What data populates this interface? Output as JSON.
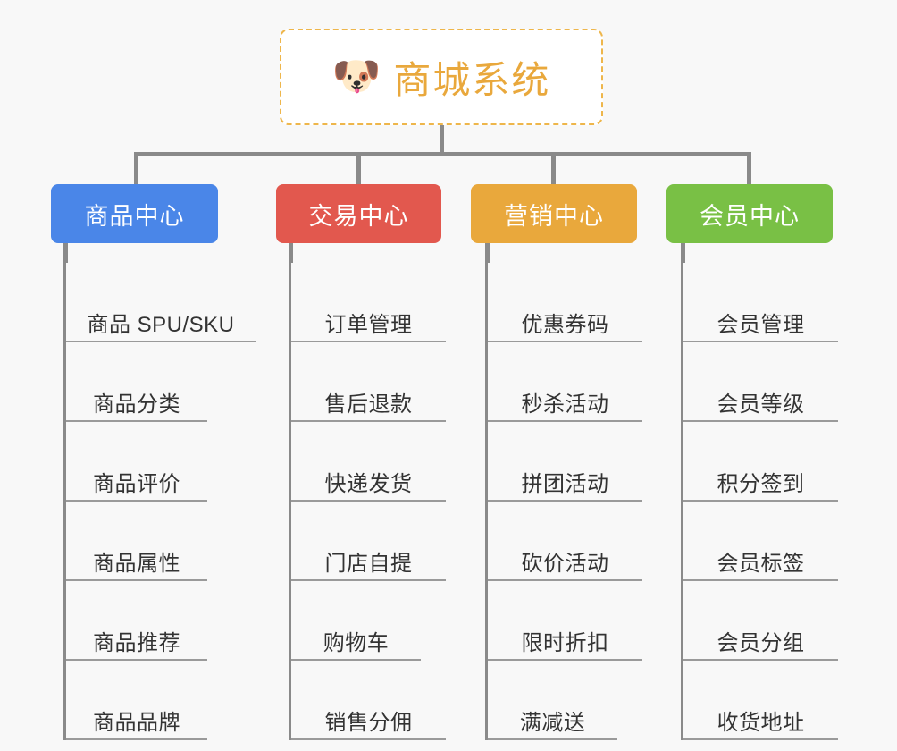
{
  "page": {
    "background_color": "#f8f8f8",
    "connector_color": "#8a8a8a",
    "leaf_rule_color": "#9a9a9a"
  },
  "root": {
    "icon": "dog-face-emoji",
    "icon_glyph": "🐶",
    "title": "商城系统",
    "title_color": "#e9a83c",
    "border_color": "#eeb64b",
    "border_style": "dashed",
    "fill_color": "#ffffff"
  },
  "categories": [
    {
      "label": "商品中心",
      "color": "#4a86e8",
      "items": [
        "商品 SPU/SKU",
        "商品分类",
        "商品评价",
        "商品属性",
        "商品推荐",
        "商品品牌"
      ]
    },
    {
      "label": "交易中心",
      "color": "#e2584e",
      "items": [
        "订单管理",
        "售后退款",
        "快递发货",
        "门店自提",
        "购物车",
        "销售分佣"
      ]
    },
    {
      "label": "营销中心",
      "color": "#e9a83c",
      "items": [
        "优惠券码",
        "秒杀活动",
        "拼团活动",
        "砍价活动",
        "限时折扣",
        "满减送"
      ]
    },
    {
      "label": "会员中心",
      "color": "#79c045",
      "items": [
        "会员管理",
        "会员等级",
        "积分签到",
        "会员标签",
        "会员分组",
        "收货地址"
      ]
    }
  ]
}
